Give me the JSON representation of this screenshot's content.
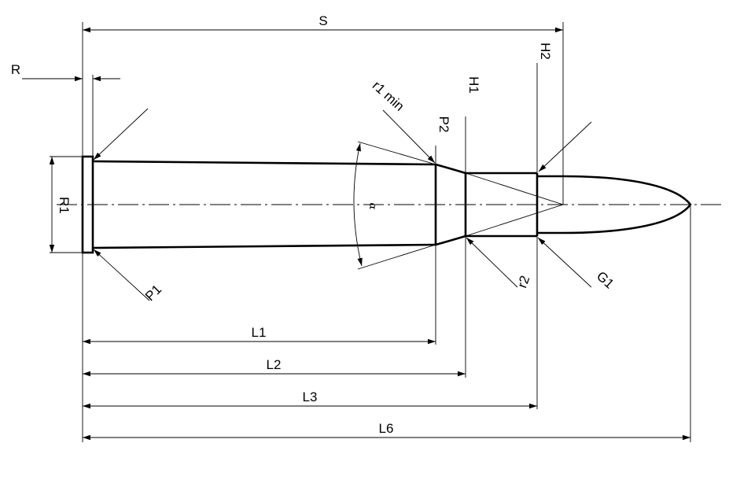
{
  "labels": {
    "S": "S",
    "R": "R",
    "R1": "R1",
    "H1": "H1",
    "H2": "H2",
    "P1": "P1",
    "P2": "P2",
    "r1_min": "r1 min",
    "r2": "r2",
    "G1": "G1",
    "alpha": "α",
    "L1": "L1",
    "L2": "L2",
    "L3": "L3",
    "L6": "L6"
  },
  "colors": {
    "ink": "#000000",
    "background": "#ffffff"
  }
}
